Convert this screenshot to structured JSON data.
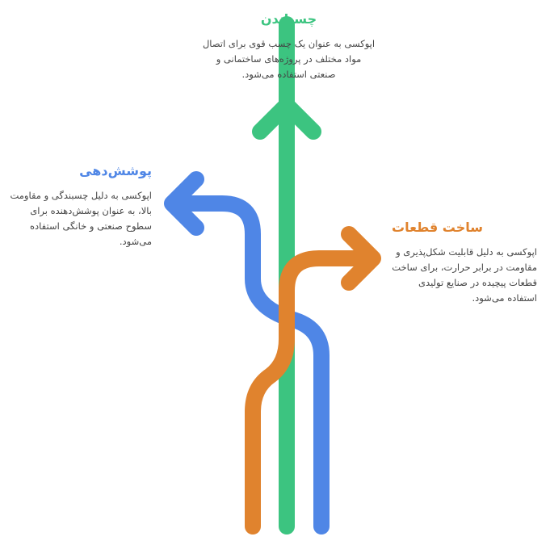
{
  "colors": {
    "green": "#3cc480",
    "blue": "#4f86e6",
    "orange": "#e0832e"
  },
  "branches": [
    {
      "title": "چسباندن",
      "text": "اپوکسی به عنوان یک چسب قوی برای اتصال مواد مختلف در پروژه‌های ساختمانی و صنعتی استفاده می‌شود."
    },
    {
      "title": "پوشش‌دهی",
      "text": "اپوکسی به دلیل چسبندگی و مقاومت بالا، به عنوان پوشش‌دهنده برای سطوح صنعتی و خانگی استفاده می‌شود."
    },
    {
      "title": "ساخت قطعات",
      "text": "اپوکسی به دلیل قابلیت شکل‌پذیری و مقاومت در برابر حرارت، برای ساخت قطعات پیچیده در صنایع تولیدی استفاده می‌شود."
    }
  ]
}
